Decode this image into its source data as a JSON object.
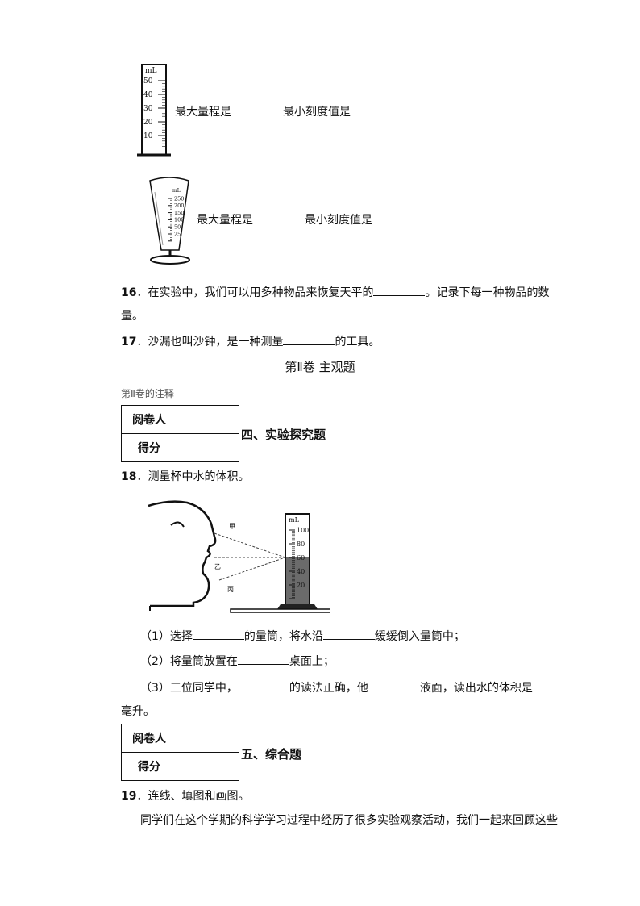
{
  "cylinder_small": {
    "unit": "mL",
    "ticks": [
      "50",
      "40",
      "30",
      "20",
      "10"
    ],
    "max_range_label": "最大量程是",
    "min_scale_label": "最小刻度值是"
  },
  "beaker": {
    "unit": "mL",
    "ticks": [
      "250",
      "200",
      "150",
      "100",
      "50",
      "25"
    ],
    "max_range_label": "最大量程是",
    "min_scale_label": "最小刻度值是"
  },
  "q16": {
    "num": "16",
    "text_a": "．在实验中，我们可以用多种物品来恢复天平的",
    "text_b": "。记录下每一种物品的数",
    "text_c": "量。"
  },
  "q17": {
    "num": "17",
    "text_a": "．沙漏也叫沙钟，是一种测量",
    "text_b": "的工具。"
  },
  "volume2": {
    "title": "第Ⅱ卷  主观题",
    "note": "第Ⅱ卷的注释"
  },
  "score_table_1": {
    "row1": "阅卷人",
    "row2": "得分",
    "section": "四、实验探究题"
  },
  "q18": {
    "num": "18",
    "text": "．测量杯中水的体积。",
    "figure": {
      "labels": [
        "甲",
        "乙",
        "丙"
      ],
      "unit": "mL",
      "ticks": [
        "100",
        "80",
        "60",
        "40",
        "20"
      ]
    },
    "sub1_a": "（1）选择",
    "sub1_b": "的量筒，将水沿",
    "sub1_c": "缓缓倒入量筒中；",
    "sub2_a": "（2）将量筒放置在",
    "sub2_b": "桌面上；",
    "sub3_a": "（3）三位同学中，",
    "sub3_b": "的读法正确，他",
    "sub3_c": "液面，读出水的体积是",
    "sub3_d": "毫升。"
  },
  "score_table_2": {
    "row1": "阅卷人",
    "row2": "得分",
    "section": "五、综合题"
  },
  "q19": {
    "num": "19",
    "text": "．连线、填图和画图。",
    "para": "同学们在这个学期的科学学习过程中经历了很多实验观察活动，我们一起来回顾这些"
  }
}
